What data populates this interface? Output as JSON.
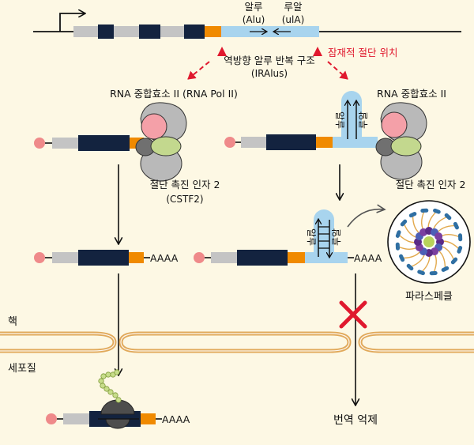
{
  "labels": {
    "alu_top": "알루",
    "alu_top_sub": "(Alu)",
    "ula_top": "루알",
    "ula_top_sub": "(ulA)",
    "cleavage_site": "잠재적 절단 위치",
    "iralus": "역방향 알루 반복 구조",
    "iralus_sub": "(IRAlus)",
    "rnap_left": "RNA 중합효소 II (RNA Pol II)",
    "rnap_right": "RNA 중합효소 II",
    "cstf_left": "절단 촉진 인자 2",
    "cstf_left_sub": "(CSTF2)",
    "cstf_right": "절단 촉진 인자 2",
    "hairpin_alu": "알루",
    "hairpin_ula": "루알",
    "polya_left": "AAAA",
    "polya_right": "AAAA",
    "polya_bottom": "AAAA",
    "paraspeckle": "파라스페클",
    "nucleus": "핵",
    "cytoplasm": "세포질",
    "translation_repression": "번역 억제"
  },
  "colors": {
    "background": "#fdf8e4",
    "exon": "#13233f",
    "utr_orange": "#f08a00",
    "alu_blue": "#a8d4ee",
    "cap_pink": "#ef8a8a",
    "gray_segment": "#c4c4c4",
    "pol_gray": "#b9b9b9",
    "pol_pink": "#f4a0a8",
    "pol_dark": "#707070",
    "cstf_green": "#c3d88e",
    "membrane": "#e1a95a",
    "red_marker": "#e0192e"
  }
}
